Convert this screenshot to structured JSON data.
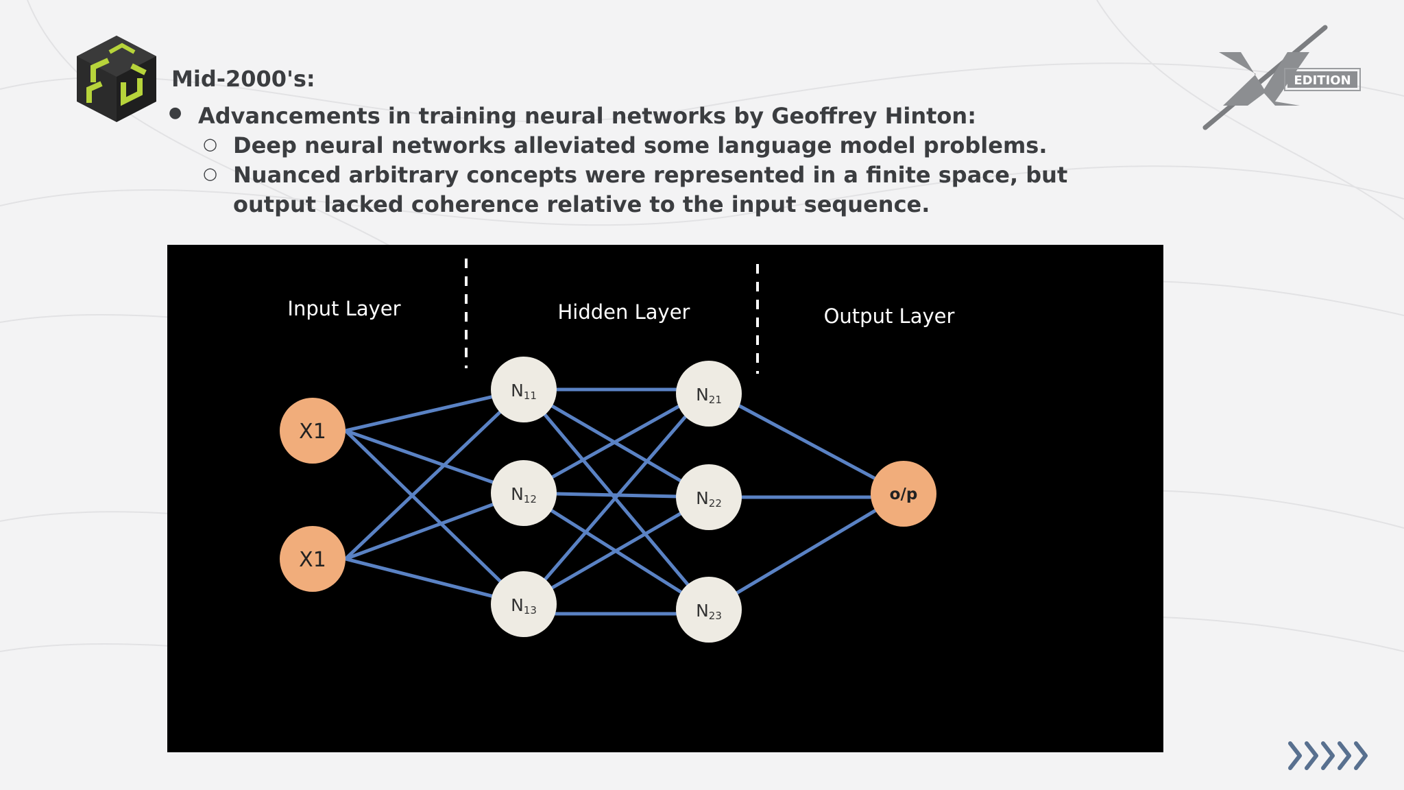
{
  "slide": {
    "heading": "Mid-2000's:",
    "bullet_marker": "●",
    "sub_marker": "○",
    "bullets": [
      {
        "text": "Advancements in training neural networks by Geoffrey Hinton:",
        "subbullets": [
          {
            "text": "Deep neural networks alleviated some language model problems."
          },
          {
            "text": "Nuanced arbitrary concepts were represented in a finite space, but output lacked coherence relative to the input sequence."
          }
        ]
      }
    ]
  },
  "branding": {
    "logo_icon": "cube-logo-icon",
    "edition_label": "EDITION",
    "next_icon": "chevrons-right-icon"
  },
  "diagram": {
    "layers": {
      "input_label": "Input Layer",
      "hidden_label": "Hidden Layer",
      "output_label": "Output Layer"
    },
    "nodes": {
      "x1_top": "X1",
      "x1_bottom": "X1",
      "n11": {
        "base": "N",
        "sub": "11"
      },
      "n12": {
        "base": "N",
        "sub": "12"
      },
      "n13": {
        "base": "N",
        "sub": "13"
      },
      "n21": {
        "base": "N",
        "sub": "21"
      },
      "n22": {
        "base": "N",
        "sub": "22"
      },
      "n23": {
        "base": "N",
        "sub": "23"
      },
      "output": "o/p"
    }
  },
  "colors": {
    "background": "#f3f3f4",
    "text": "#3b3d40",
    "edge": "#5a82c4",
    "input_node": "#f1ad7b",
    "hidden_node": "#eeebe3",
    "panel": "#000000",
    "logo_accent": "#b7d43b",
    "arrows": "#58708f"
  }
}
